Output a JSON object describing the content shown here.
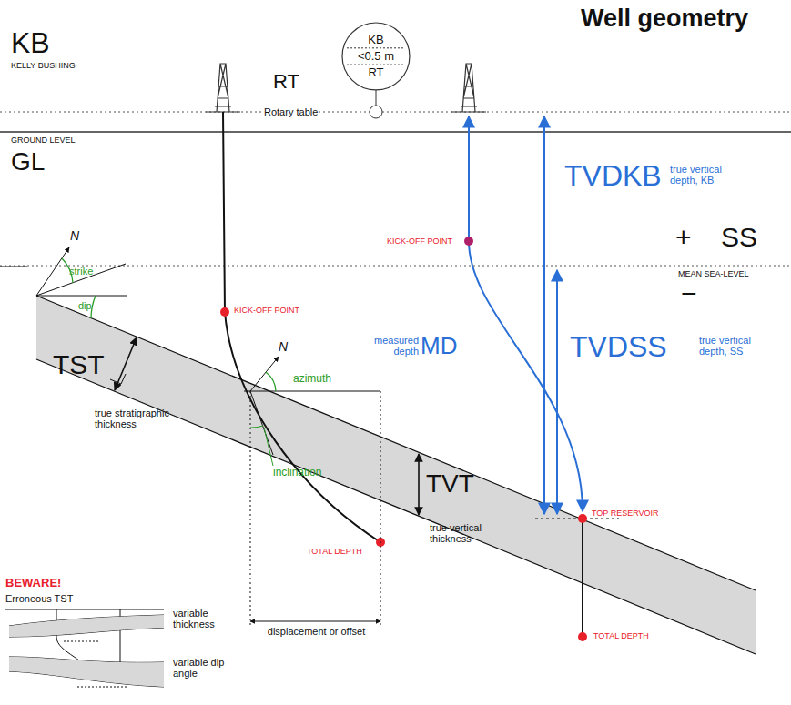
{
  "diagram": {
    "title": "Well geometry",
    "nodes": [
      {
        "text": [
          "KB",
          "<0.5 m",
          "RT"
        ]
      }
    ],
    "labels": [
      "KB",
      "KELLY BUSHING",
      "RT",
      "Rotary table",
      "GROUND LEVEL",
      "GL",
      "N",
      "strike",
      "dip",
      "KICK-OFF POINT",
      "TST",
      "true stratigraphic thickness",
      "N",
      "azimuth",
      "inclination",
      "TVT",
      "true vertical thickness",
      "TOTAL DEPTH",
      "displacement or offset",
      "BEWARE!",
      "Erroneous TST",
      "variable thickness",
      "variable dip angle",
      "KICK-OFF POINT",
      "measured depth",
      "MD",
      "TVDKB",
      "true vertical depth, KB",
      "+",
      "SS",
      "MEAN SEA-LEVEL",
      "−",
      "TVDSS",
      "true vertical depth, SS",
      "TOP RESERVOIR",
      "TOTAL DEPTH"
    ]
  }
}
